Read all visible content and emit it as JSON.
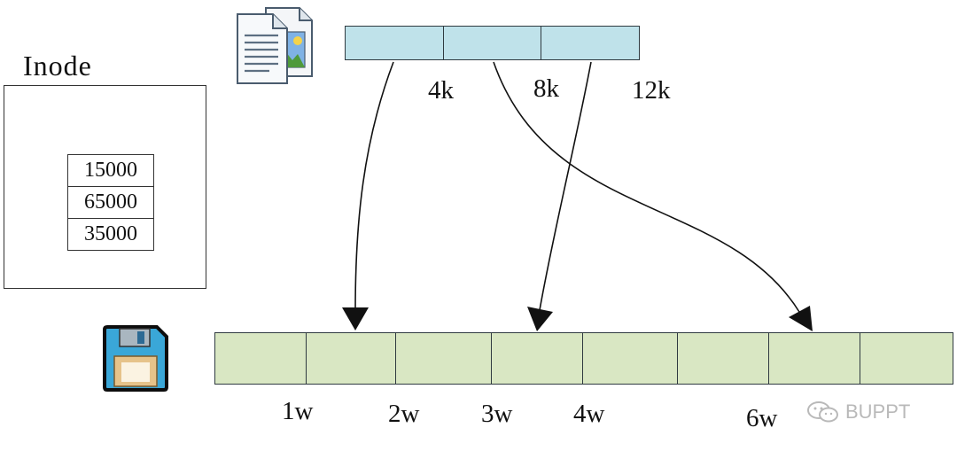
{
  "inode": {
    "title": "Inode",
    "entries": [
      "15000",
      "65000",
      "35000"
    ]
  },
  "file": {
    "icon": "file-icon",
    "offsets": [
      "4k",
      "8k",
      "12k"
    ]
  },
  "disk": {
    "icon": "floppy-disk-icon",
    "block_labels": [
      "1w",
      "2w",
      "3w",
      "4w",
      "6w"
    ]
  },
  "watermark": {
    "text": "BUPPT",
    "icon": "wechat-icon"
  },
  "colors": {
    "file_block": "#bfe2ea",
    "disk_block": "#d9e7c3",
    "stroke": "#2f3a40",
    "watermark": "#b9b9b9"
  }
}
